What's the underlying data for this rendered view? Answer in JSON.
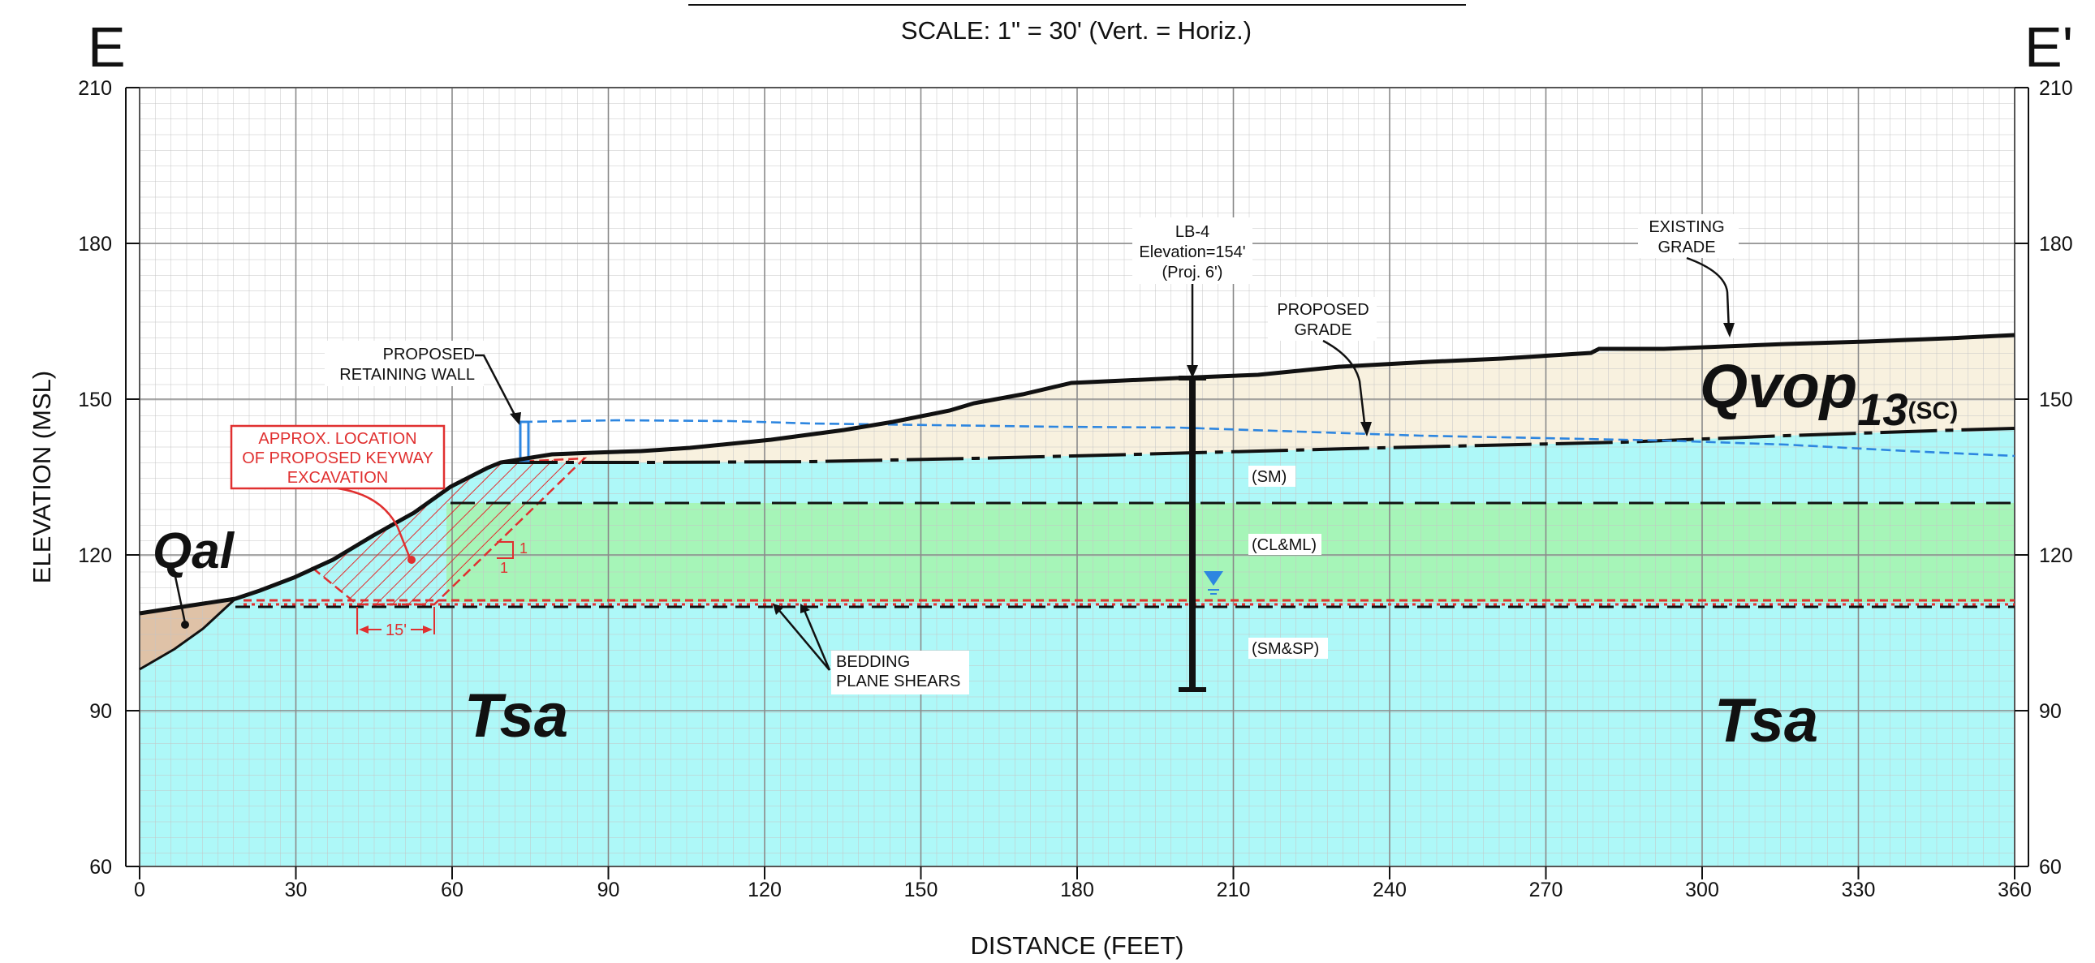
{
  "labels": {
    "scale_note": "SCALE: 1\" = 30' (Vert. = Horiz.)",
    "section_left": "E",
    "section_right": "E'",
    "y_axis_label": "ELEVATION (MSL)",
    "x_axis_label": "DISTANCE (FEET)",
    "boring_line1": "LB-4",
    "boring_line2": "Elevation=154'",
    "boring_line3": "(Proj. 6')",
    "existing_grade_line1": "EXISTING",
    "existing_grade_line2": "GRADE",
    "proposed_grade_line1": "PROPOSED",
    "proposed_grade_line2": "GRADE",
    "retaining_wall_line1": "PROPOSED",
    "retaining_wall_line2": "RETAINING WALL",
    "keyway_line1": "APPROX. LOCATION",
    "keyway_line2": "OF PROPOSED KEYWAY",
    "keyway_line3": "EXCAVATION",
    "keyway_width": "15'",
    "slope_rise": "1",
    "slope_run": "1",
    "bedding_line1": "BEDDING",
    "bedding_line2": "PLANE SHEARS",
    "unit_sm": "(SM)",
    "unit_clml": "(CL&ML)",
    "unit_smsp": "(SM&SP)",
    "geo_qal": "Qal",
    "geo_tsa_left": "Tsa",
    "geo_tsa_right": "Tsa",
    "geo_qvop_main": "Qvop",
    "geo_qvop_sub": "13",
    "geo_qvop_suffix": "(SC)"
  },
  "axes": {
    "x_ticks": [
      "0",
      "30",
      "60",
      "90",
      "120",
      "150",
      "180",
      "210",
      "240",
      "270",
      "300",
      "330",
      "360"
    ],
    "y_ticks_left": [
      "210",
      "180",
      "150",
      "120",
      "90",
      "60"
    ],
    "y_ticks_right": [
      "210",
      "180",
      "150",
      "120",
      "90",
      "60"
    ],
    "x_range": [
      0,
      360
    ],
    "y_range": [
      60,
      210
    ]
  },
  "colors": {
    "tsa_fill": "#aef8f8",
    "clml_fill": "#a6f5b8",
    "qvop_fill": "#f8f1df",
    "qal_fill": "#dfc2a7",
    "proposed_grade": "#2d86e0",
    "keyway": "#e03030",
    "water_marker": "#2d86e0"
  }
}
